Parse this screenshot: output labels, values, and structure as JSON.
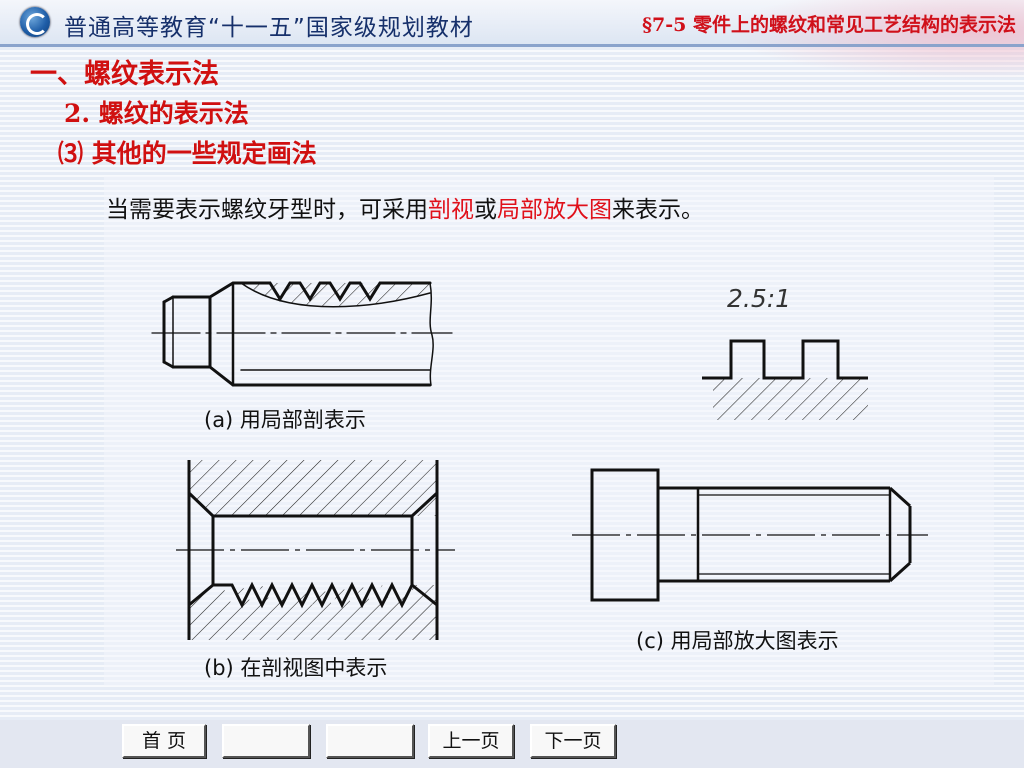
{
  "header": {
    "series_title": "普通高等教育“十一五”国家级规划教材",
    "chapter": "§7-5  零件上的螺纹和常见工艺结构的表示法"
  },
  "section": {
    "heading1": "一、螺纹表示法",
    "heading2": "2. 螺纹的表示法",
    "heading3": "⑶ 其他的一些规定画法"
  },
  "intro": {
    "part1": "当需要表示螺纹牙型时，可采用",
    "term1": "剖视",
    "part2": "或",
    "term2": "局部放大图",
    "part3": "来表示。"
  },
  "figures": {
    "a_caption": "(a) 用局部剖表示",
    "b_caption": "(b) 在剖视图中表示",
    "c_caption": "(c) 用局部放大图表示",
    "scale_label": "2.5:1"
  },
  "nav": {
    "home": "首  页",
    "blank1": "",
    "blank2": "",
    "prev": "上一页",
    "next": "下一页"
  },
  "colors": {
    "accent_red": "#d01010",
    "title_blue": "#16306b"
  }
}
